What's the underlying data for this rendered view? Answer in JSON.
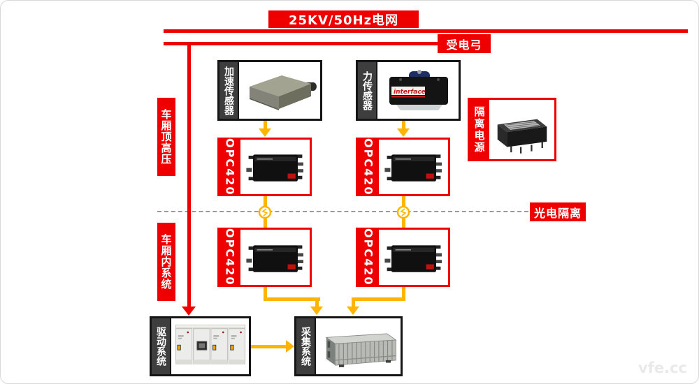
{
  "diagram": {
    "power_grid_label": "25KV/50Hz电网",
    "pantograph_label": "受电弓",
    "roof_hv_label": "车厢顶高压",
    "cabin_system_label": "车厢内系统",
    "optical_isolation_label": "光电隔离",
    "accel_sensor_label": "加速传感器",
    "force_sensor_label": "力传感器",
    "force_sensor_brand": "interface",
    "isolated_power_label": "隔离电源",
    "opc420_label": "OPC420",
    "drive_system_label": "驱动系统",
    "acquisition_system_label": "采集系统",
    "watermark": "vfe.cc"
  },
  "colors": {
    "red": "#ee0000",
    "yellow": "#ffb400",
    "dark_stripe": "#3e3e3e",
    "dash_gray": "#9a9a9a"
  }
}
